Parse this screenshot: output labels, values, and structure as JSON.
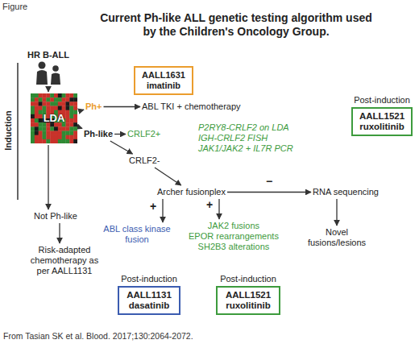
{
  "diagram": {
    "title": "Current Ph-like ALL genetic testing algorithm used by the Children's Oncology Group.",
    "caption": "From Tasian SK et al. Blood. 2017;130:2064-2072.",
    "nodes": [
      {
        "text": [
          "HR B-ALL"
        ]
      },
      {
        "text": [
          "AALL1631",
          "imatinib"
        ]
      },
      {
        "text": [
          "LDA"
        ]
      },
      {
        "text": [
          "Ph+"
        ]
      },
      {
        "text": [
          "ABL TKI + chemotherapy"
        ]
      },
      {
        "text": [
          "Post-induction",
          "AALL1521",
          "ruxolitinib"
        ]
      },
      {
        "text": [
          "Ph-like"
        ]
      },
      {
        "text": [
          "CRLF2+"
        ]
      },
      {
        "text": [
          "P2RY8-CRLF2 on LDA",
          "IGH-CRLF2 FISH",
          "JAK1/JAK2 + IL7R PCR"
        ]
      },
      {
        "text": [
          "CRLF2-"
        ]
      },
      {
        "text": [
          "Archer fusionplex"
        ]
      },
      {
        "text": [
          "RNA sequencing"
        ]
      },
      {
        "text": [
          "Not Ph-like"
        ]
      },
      {
        "text": [
          "Risk-adapted chemotherapy as per AALL1131"
        ]
      },
      {
        "text": [
          "ABL class kinase fusion"
        ]
      },
      {
        "text": [
          "JAK2 fusions",
          "EPOR rearrangements",
          "SH2B3 alterations"
        ]
      },
      {
        "text": [
          "Novel fusions/lesions"
        ]
      },
      {
        "text": [
          "Post-induction",
          "AALL1131",
          "dasatinib"
        ]
      },
      {
        "text": [
          "Post-induction",
          "AALL1521",
          "ruxolitinib"
        ]
      }
    ],
    "edges": [
      {
        "from": 0,
        "to": 2,
        "arrow": "to"
      },
      {
        "from": 2,
        "to": 3,
        "arrow": "to"
      },
      {
        "from": 3,
        "to": 4,
        "arrow": "to"
      },
      {
        "from": 2,
        "to": 6,
        "arrow": "to"
      },
      {
        "from": 6,
        "to": 7,
        "arrow": "to"
      },
      {
        "from": 6,
        "to": 9,
        "arrow": "to"
      },
      {
        "from": 9,
        "to": 10,
        "arrow": "to"
      },
      {
        "from": 10,
        "to": 11,
        "label": "−",
        "arrow": "to"
      },
      {
        "from": 11,
        "to": 16,
        "arrow": "to"
      },
      {
        "from": 10,
        "to": 14,
        "label": "+",
        "arrow": "to"
      },
      {
        "from": 10,
        "to": 15,
        "label": "+",
        "arrow": "to"
      },
      {
        "from": 2,
        "to": 12,
        "arrow": "to"
      },
      {
        "from": 12,
        "to": 13,
        "arrow": "to"
      }
    ],
    "labels": [
      "Figure",
      "Induction"
    ]
  }
}
